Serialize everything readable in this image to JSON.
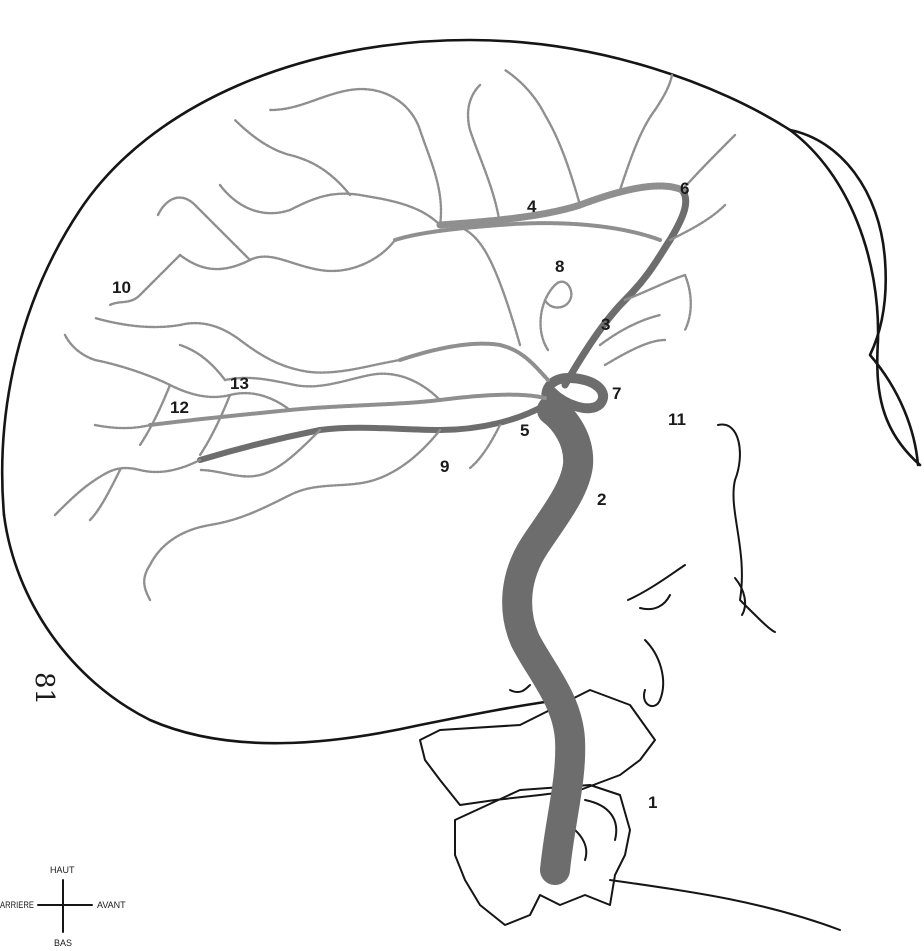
{
  "diagram": {
    "page_number": "81",
    "labels": {
      "l1": "1",
      "l2": "2",
      "l3": "3",
      "l4": "4",
      "l5": "5",
      "l6": "6",
      "l7": "7",
      "l8": "8",
      "l9": "9",
      "l10": "10",
      "l11": "11",
      "l12": "12",
      "l13": "13"
    },
    "compass": {
      "up": "HAUT",
      "down": "BAS",
      "left": "ARRIERE",
      "right": "AVANT"
    },
    "colors": {
      "outline": "#151515",
      "vessel": "#8f8f8f",
      "trunk": "#6d6d6d"
    }
  }
}
